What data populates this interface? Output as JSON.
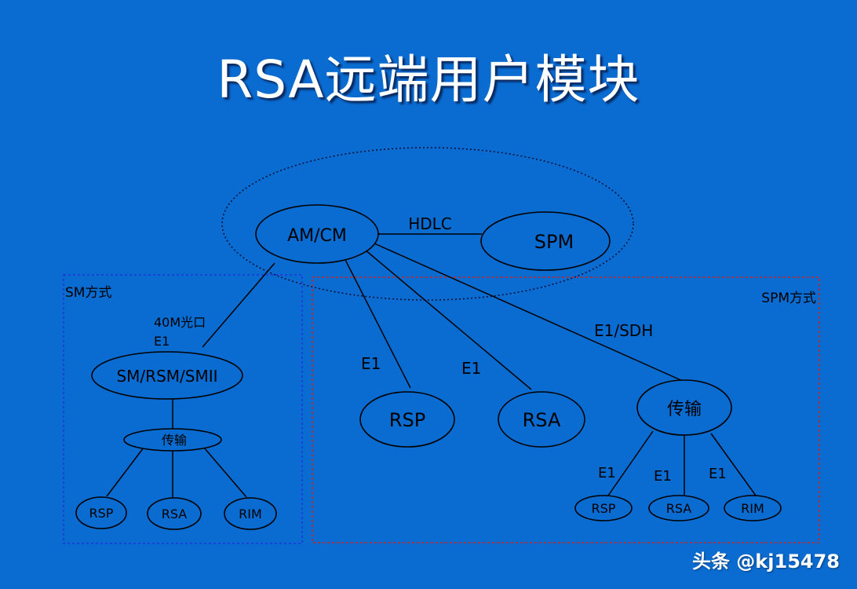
{
  "slide": {
    "title": "RSA远端用户模块"
  },
  "diagram": {
    "nodes": {
      "am_cm": "AM/CM",
      "spm": "SPM",
      "sm_rsm": "SM/RSM/SMII",
      "sm_trans": "传输",
      "sm_rsp": "RSP",
      "sm_rsa": "RSA",
      "sm_rim": "RIM",
      "rsp": "RSP",
      "rsa": "RSA",
      "spm_trans": "传输",
      "spm_rsp": "RSP",
      "spm_rsa": "RSA",
      "spm_rim": "RIM"
    },
    "labels": {
      "hdlc": "HDLC",
      "fiber": "40M光口",
      "e1_sm": "E1",
      "e1_rsp": "E1",
      "e1_rsa": "E1",
      "e1_sdh": "E1/SDH",
      "e1_a": "E1",
      "e1_b": "E1",
      "e1_c": "E1"
    },
    "regions": {
      "sm_mode": "SM方式",
      "spm_mode": "SPM方式"
    },
    "colors": {
      "sm_border": "#2233dd",
      "spm_border": "#cc2222",
      "line": "#000000"
    }
  },
  "watermark": "头条 @kj15478"
}
